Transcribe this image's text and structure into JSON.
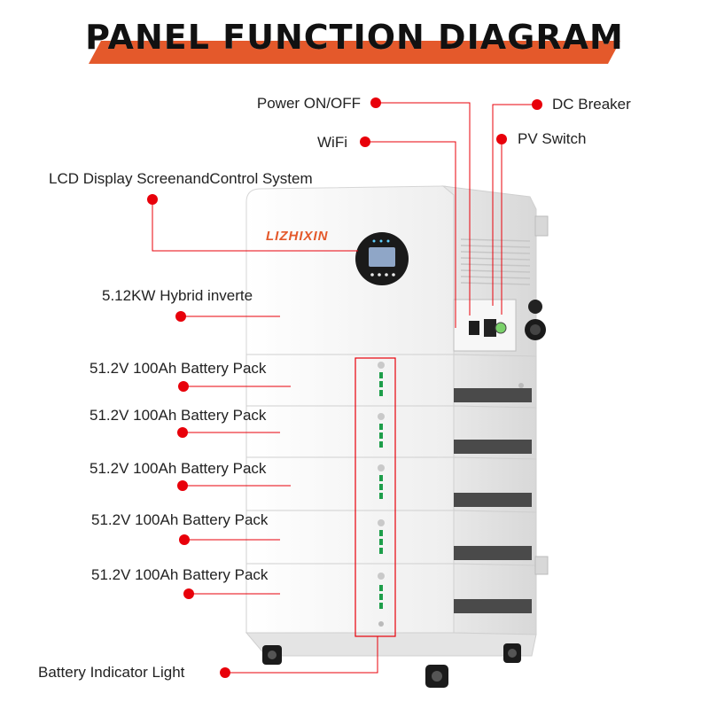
{
  "title": "PANEL FUNCTION DIAGRAM",
  "brand": "LIZHIXIN",
  "labels": {
    "power": "Power ON/OFF",
    "dc_breaker": "DC Breaker",
    "wifi": "WiFi",
    "pv_switch": "PV Switch",
    "lcd": "LCD Display ScreenandControl System",
    "inverter": "5.12KW Hybrid inverte",
    "battery_1": "51.2V 100Ah Battery Pack",
    "battery_2": "51.2V 100Ah Battery Pack",
    "battery_3": "51.2V 100Ah Battery Pack",
    "battery_4": "51.2V 100Ah Battery Pack",
    "battery_5": "51.2V 100Ah Battery Pack",
    "indicator": "Battery Indicator Light"
  },
  "colors": {
    "accent": "#e4592b",
    "marker": "#e8000a",
    "leader": "#e8000a",
    "housing": "#f2f2f2"
  }
}
